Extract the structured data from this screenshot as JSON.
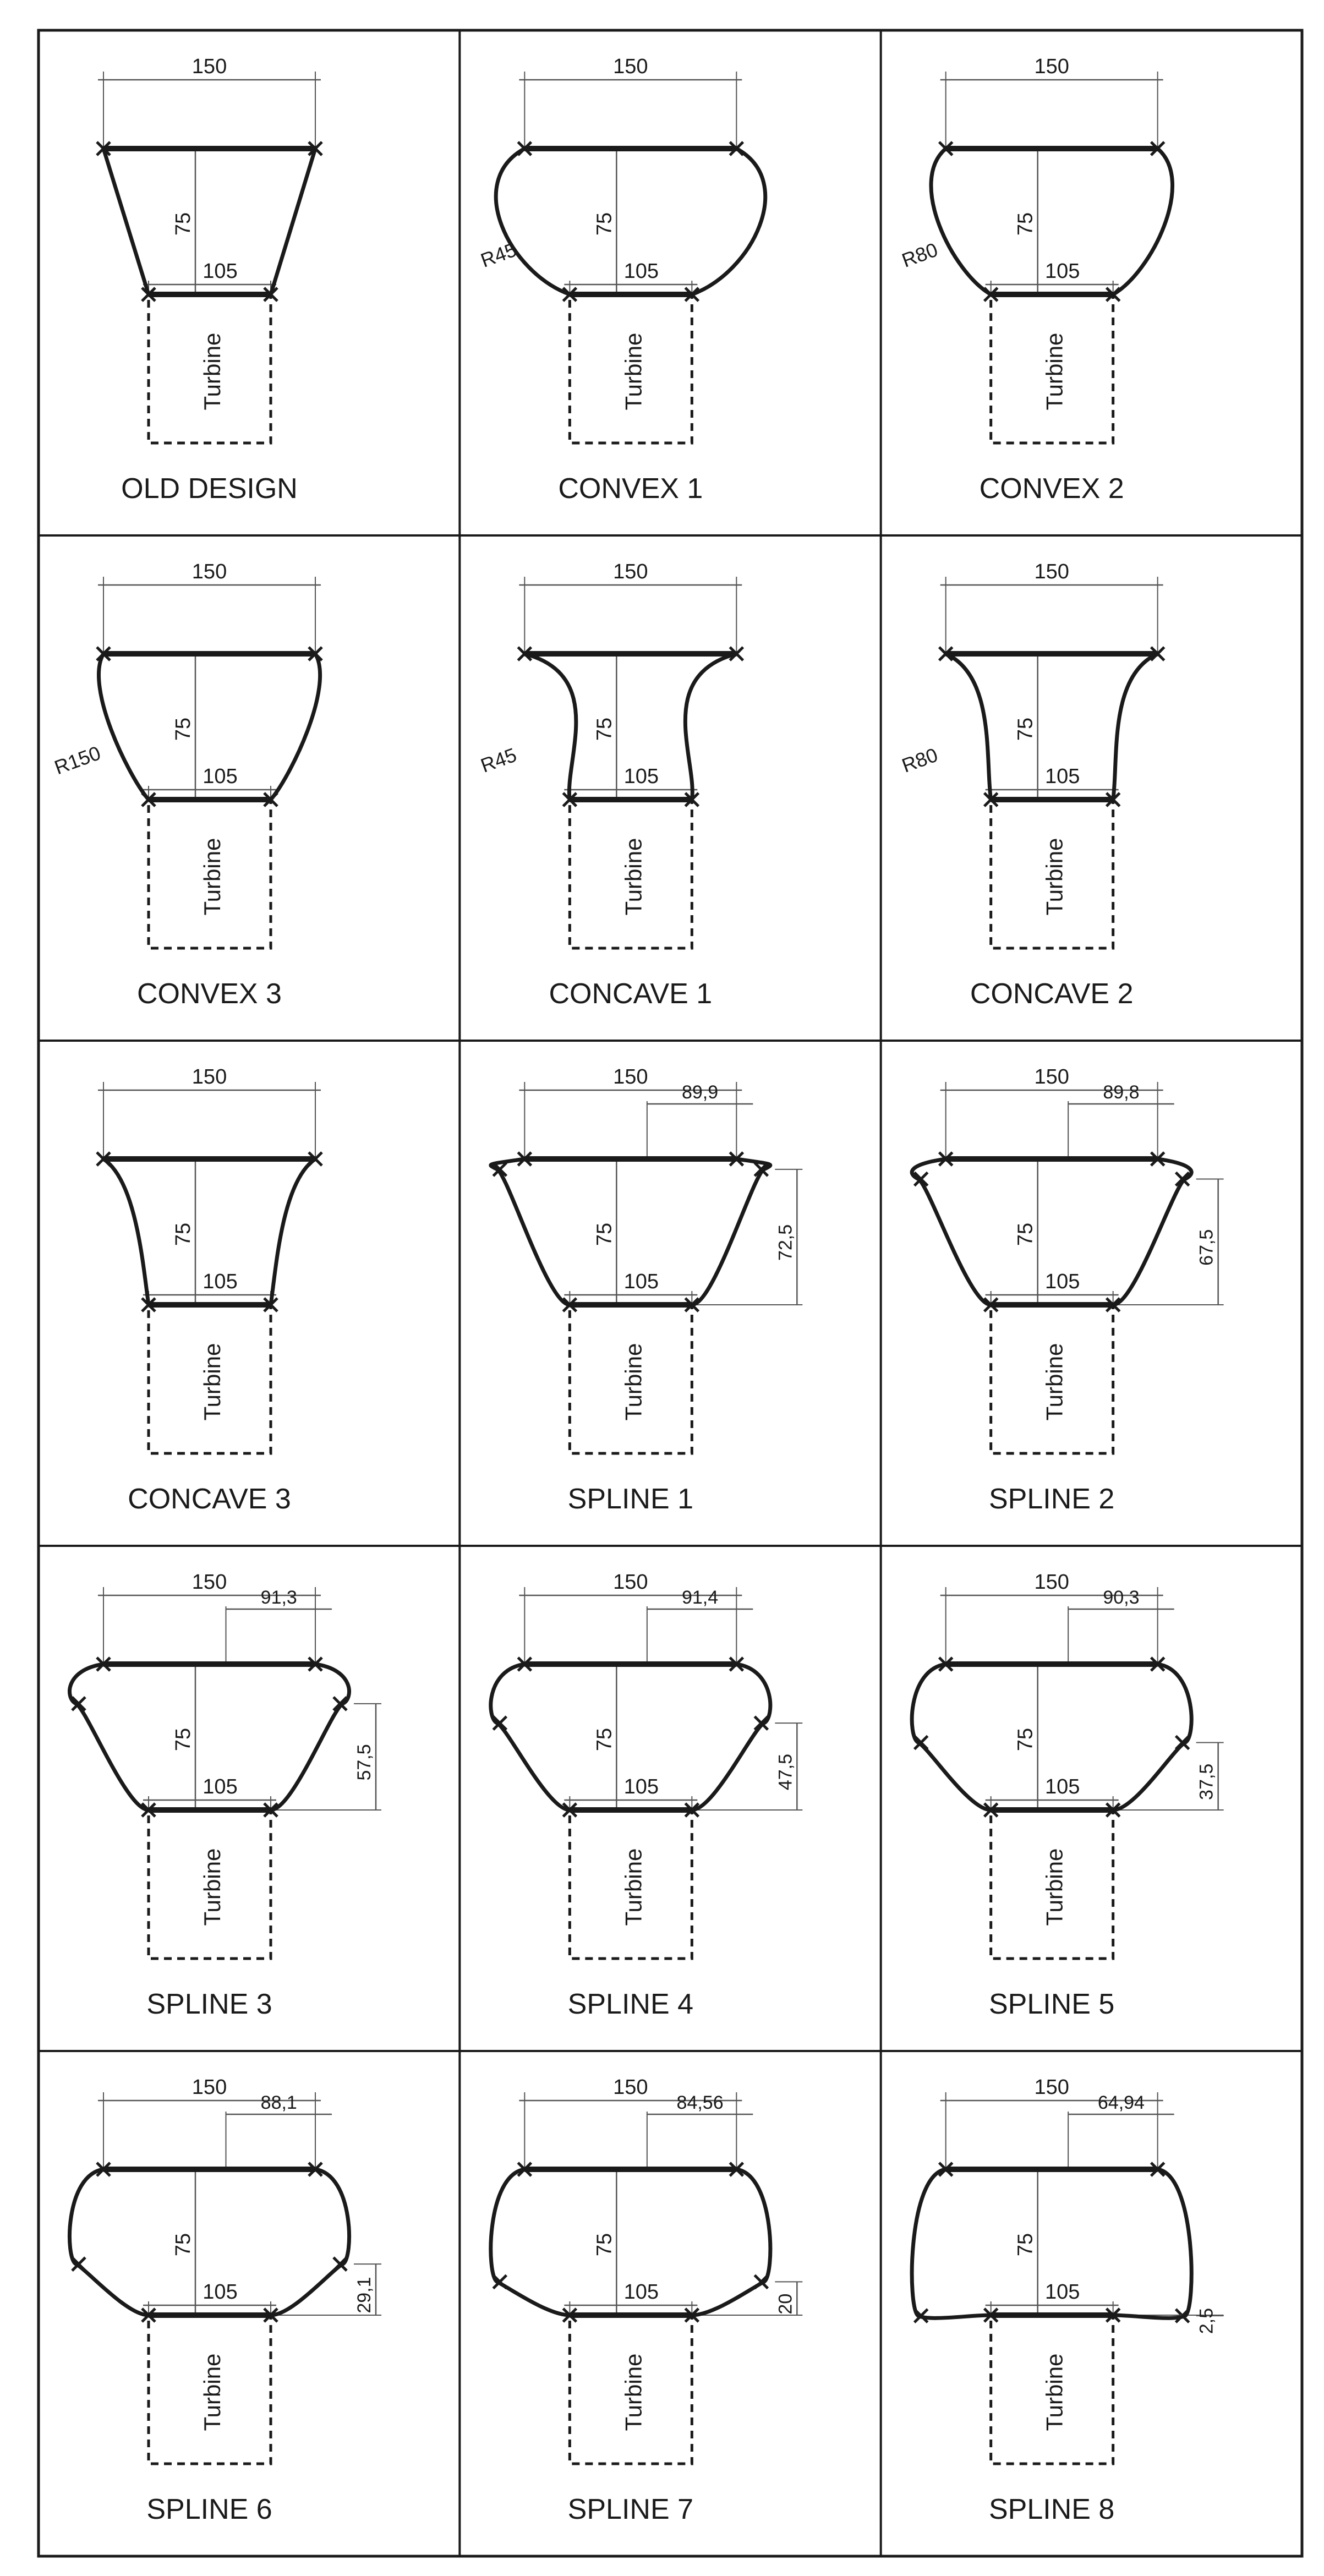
{
  "diagram": {
    "turbine_label": "Turbine",
    "cells": [
      {
        "title": "OLD DESIGN",
        "shape": "straight",
        "top_width": "150",
        "bottom_width": "105",
        "height": "75"
      },
      {
        "title": "CONVEX 1",
        "shape": "convex",
        "top_width": "150",
        "bottom_width": "105",
        "height": "75",
        "radius": "R45"
      },
      {
        "title": "CONVEX 2",
        "shape": "convex",
        "top_width": "150",
        "bottom_width": "105",
        "height": "75",
        "radius": "R80"
      },
      {
        "title": "CONVEX 3",
        "shape": "convex",
        "top_width": "150",
        "bottom_width": "105",
        "height": "75",
        "radius": "R150"
      },
      {
        "title": "CONCAVE 1",
        "shape": "concave",
        "top_width": "150",
        "bottom_width": "105",
        "height": "75",
        "radius": "R45"
      },
      {
        "title": "CONCAVE 2",
        "shape": "concave",
        "top_width": "150",
        "bottom_width": "105",
        "height": "75",
        "radius": "R80"
      },
      {
        "title": "CONCAVE 3",
        "shape": "concave",
        "top_width": "150",
        "bottom_width": "105",
        "height": "75"
      },
      {
        "title": "SPLINE 1",
        "shape": "spline",
        "top_width": "150",
        "bottom_width": "105",
        "height": "75",
        "spline_width": "89,9",
        "spline_height": "72,5"
      },
      {
        "title": "SPLINE 2",
        "shape": "spline",
        "top_width": "150",
        "bottom_width": "105",
        "height": "75",
        "spline_width": "89,8",
        "spline_height": "67,5"
      },
      {
        "title": "SPLINE 3",
        "shape": "spline",
        "top_width": "150",
        "bottom_width": "105",
        "height": "75",
        "spline_width": "91,3",
        "spline_height": "57,5"
      },
      {
        "title": "SPLINE 4",
        "shape": "spline",
        "top_width": "150",
        "bottom_width": "105",
        "height": "75",
        "spline_width": "91,4",
        "spline_height": "47,5"
      },
      {
        "title": "SPLINE 5",
        "shape": "spline",
        "top_width": "150",
        "bottom_width": "105",
        "height": "75",
        "spline_width": "90,3",
        "spline_height": "37,5"
      },
      {
        "title": "SPLINE 6",
        "shape": "spline",
        "top_width": "150",
        "bottom_width": "105",
        "height": "75",
        "spline_width": "88,1",
        "spline_height": "29,1"
      },
      {
        "title": "SPLINE 7",
        "shape": "spline",
        "top_width": "150",
        "bottom_width": "105",
        "height": "75",
        "spline_width": "84,56",
        "spline_height": "20"
      },
      {
        "title": "SPLINE 8",
        "shape": "spline",
        "top_width": "150",
        "bottom_width": "105",
        "height": "75",
        "spline_width": "64,94",
        "spline_height": "2,5"
      }
    ]
  },
  "colors": {
    "line": "#1a1a1a",
    "thin": "#555555",
    "background": "#ffffff"
  }
}
